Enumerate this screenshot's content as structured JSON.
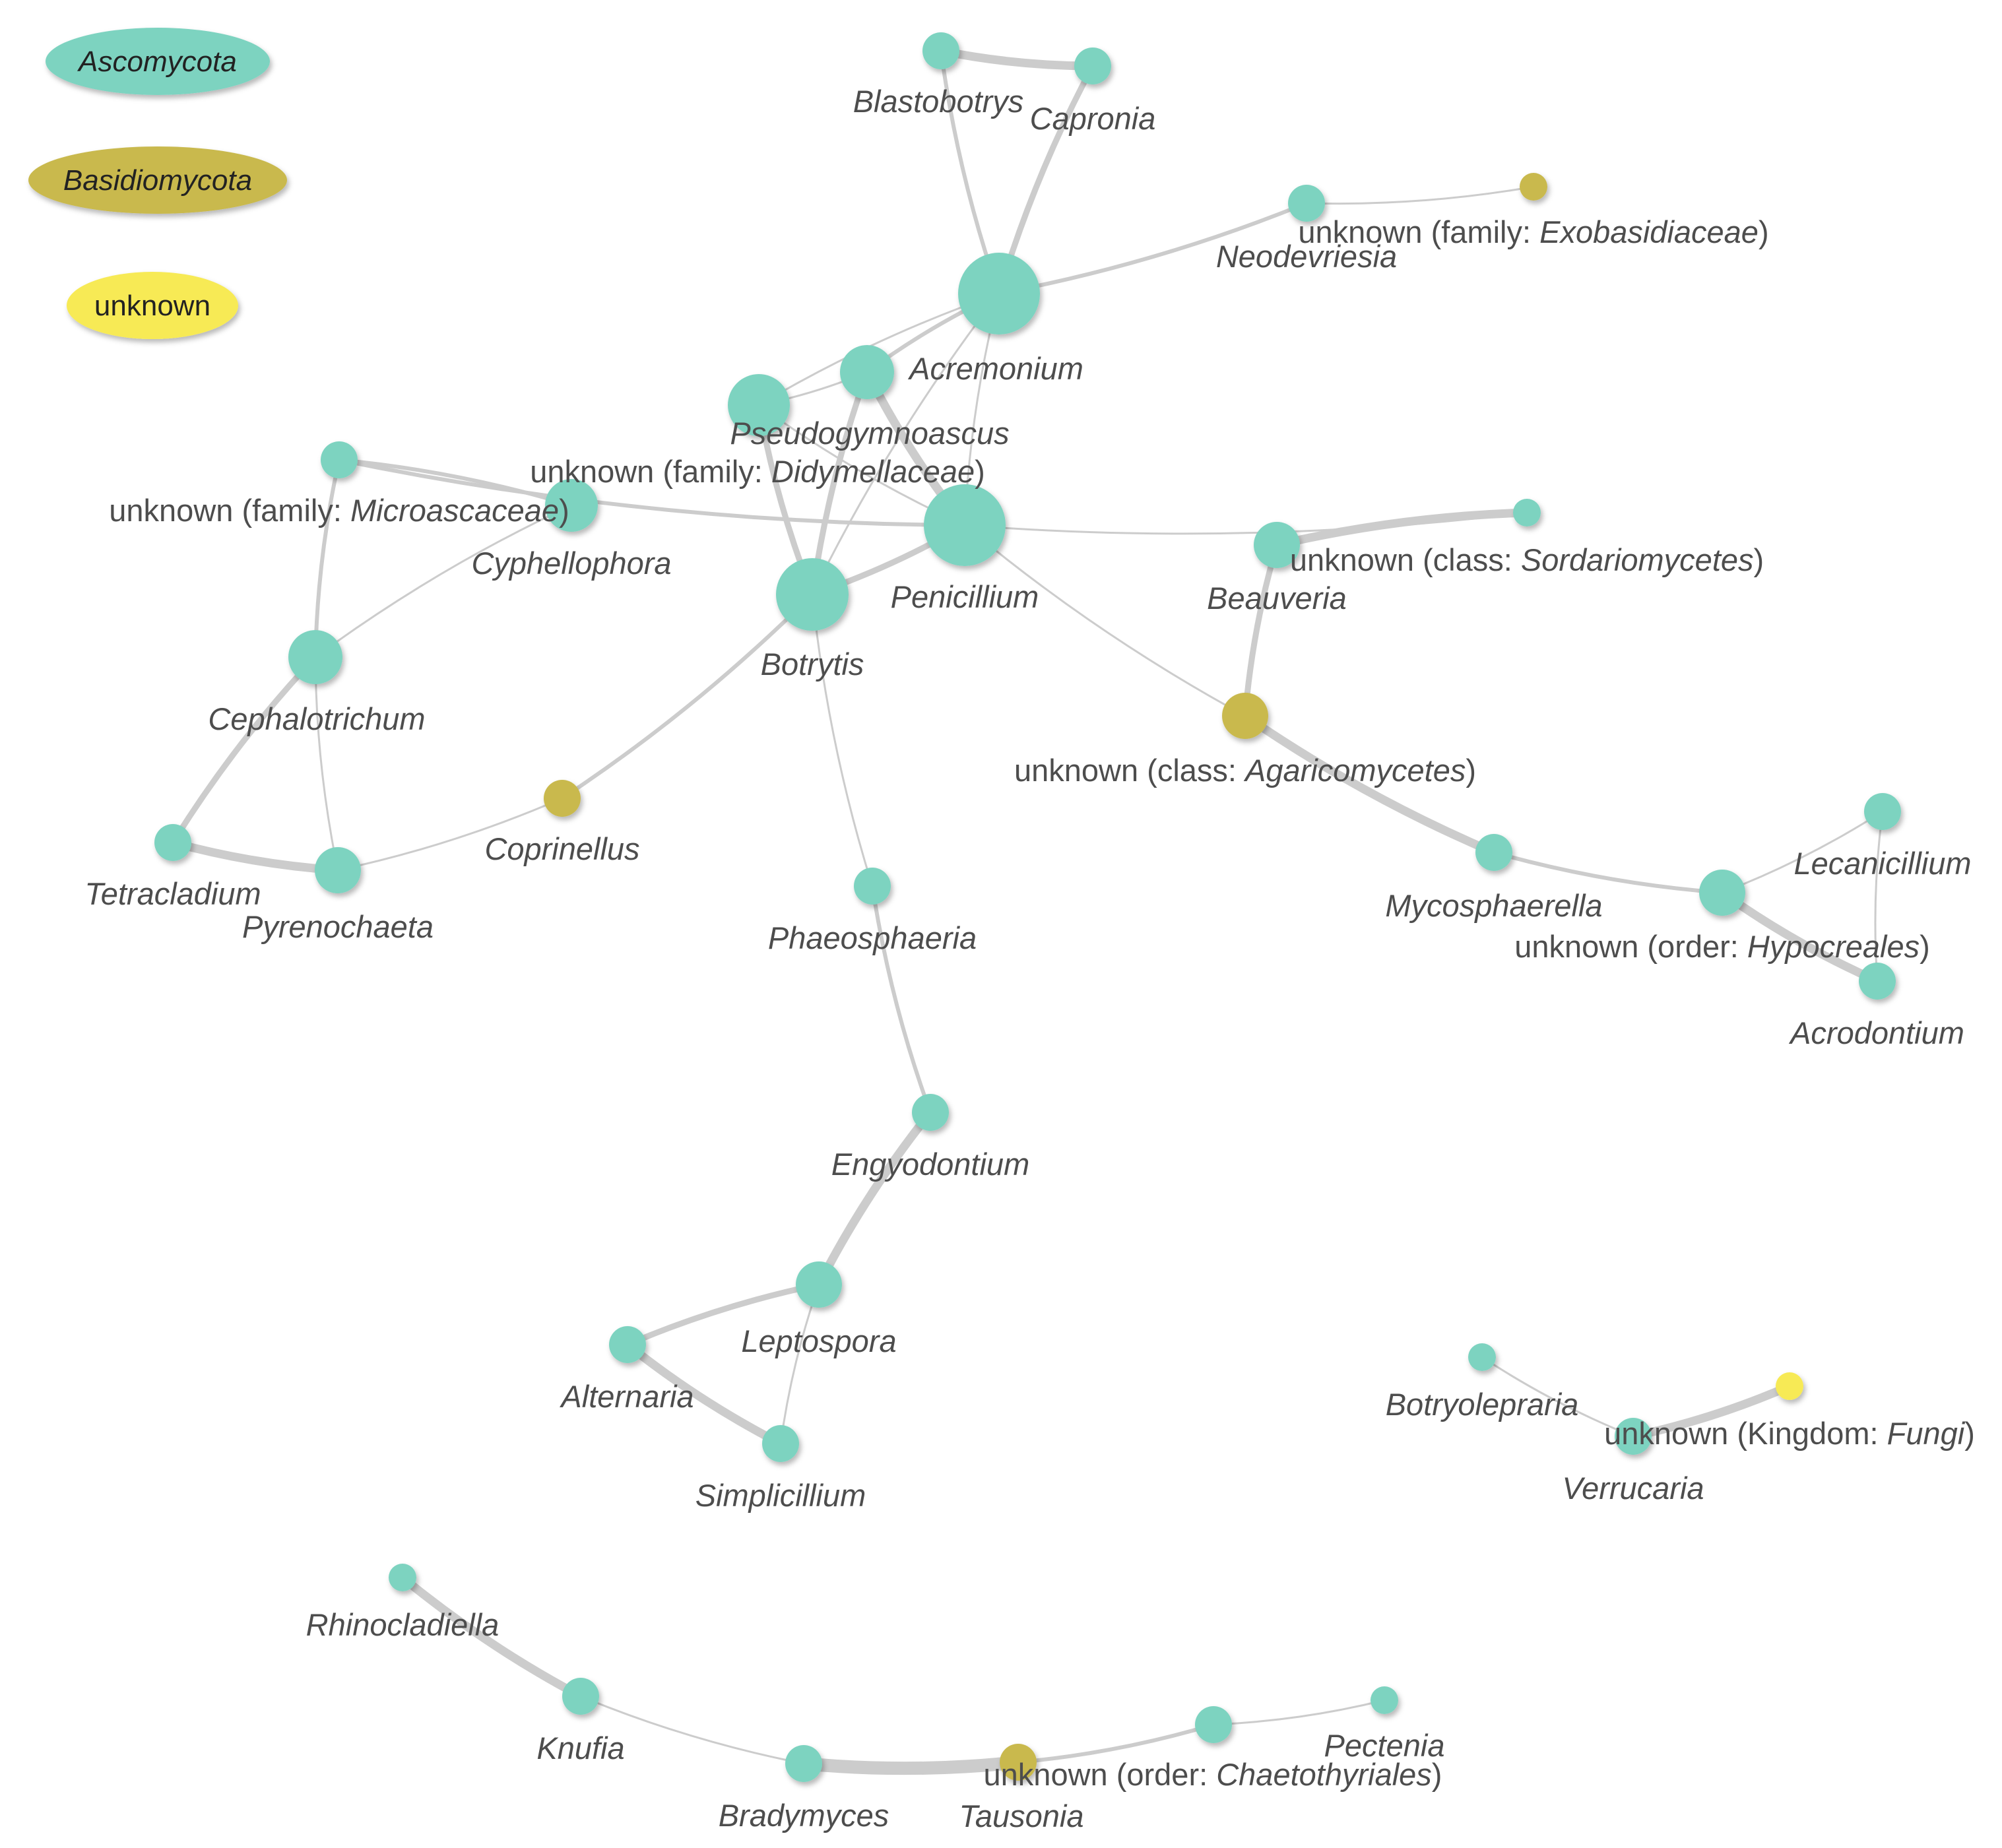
{
  "legend": [
    {
      "label": "Ascomycota",
      "italic": true,
      "color": "#7dd3c0"
    },
    {
      "label": "Basidiomycota",
      "italic": true,
      "color": "#c9b94e"
    },
    {
      "label": "unknown",
      "italic": false,
      "color": "#f7ea55"
    }
  ],
  "colors": {
    "ascomycota": "#7dd3c0",
    "basidiomycota": "#c9b94e",
    "unknown": "#f7ea55",
    "edge": "#cccccc",
    "label": "#4d4d4d"
  },
  "nodes": [
    {
      "id": "acremonium",
      "phylum": "ascomycota",
      "label": [
        {
          "t": "Acremonium",
          "i": true
        }
      ]
    },
    {
      "id": "blastobotrys",
      "phylum": "ascomycota",
      "label": [
        {
          "t": "Blastobotrys",
          "i": true
        }
      ]
    },
    {
      "id": "capronia",
      "phylum": "ascomycota",
      "label": [
        {
          "t": "Capronia",
          "i": true
        }
      ]
    },
    {
      "id": "neodevriesia",
      "phylum": "ascomycota",
      "label": [
        {
          "t": "Neodevriesia",
          "i": true
        }
      ]
    },
    {
      "id": "exobasidiaceae",
      "phylum": "basidiomycota",
      "label": [
        {
          "t": "unknown (family: ",
          "i": false
        },
        {
          "t": "Exobasidiaceae",
          "i": true
        },
        {
          "t": ")",
          "i": false
        }
      ]
    },
    {
      "id": "pseudogymnoascus",
      "phylum": "ascomycota",
      "label": [
        {
          "t": "Pseudogymnoascus",
          "i": true
        }
      ]
    },
    {
      "id": "didymellaceae",
      "phylum": "ascomycota",
      "label": [
        {
          "t": "unknown (family: ",
          "i": false
        },
        {
          "t": "Didymellaceae",
          "i": true
        },
        {
          "t": ")",
          "i": false
        }
      ]
    },
    {
      "id": "penicillium",
      "phylum": "ascomycota",
      "label": [
        {
          "t": "Penicillium",
          "i": true
        }
      ]
    },
    {
      "id": "botrytis",
      "phylum": "ascomycota",
      "label": [
        {
          "t": "Botrytis",
          "i": true
        }
      ]
    },
    {
      "id": "microascaceae",
      "phylum": "ascomycota",
      "label": [
        {
          "t": "unknown (family: ",
          "i": false
        },
        {
          "t": "Microascaceae",
          "i": true
        },
        {
          "t": ")",
          "i": false
        }
      ]
    },
    {
      "id": "cyphellophora",
      "phylum": "ascomycota",
      "label": [
        {
          "t": "Cyphellophora",
          "i": true
        }
      ]
    },
    {
      "id": "cephalotrichum",
      "phylum": "ascomycota",
      "label": [
        {
          "t": "Cephalotrichum",
          "i": true
        }
      ]
    },
    {
      "id": "tetracladium",
      "phylum": "ascomycota",
      "label": [
        {
          "t": "Tetracladium",
          "i": true
        }
      ]
    },
    {
      "id": "pyrenochaeta",
      "phylum": "ascomycota",
      "label": [
        {
          "t": "Pyrenochaeta",
          "i": true
        }
      ]
    },
    {
      "id": "coprinellus",
      "phylum": "basidiomycota",
      "label": [
        {
          "t": "Coprinellus",
          "i": true
        }
      ]
    },
    {
      "id": "beauveria",
      "phylum": "ascomycota",
      "label": [
        {
          "t": "Beauveria",
          "i": true
        }
      ]
    },
    {
      "id": "sordariomycetes",
      "phylum": "ascomycota",
      "label": [
        {
          "t": "unknown (class: ",
          "i": false
        },
        {
          "t": "Sordariomycetes",
          "i": true
        },
        {
          "t": ")",
          "i": false
        }
      ]
    },
    {
      "id": "agaricomycetes",
      "phylum": "basidiomycota",
      "label": [
        {
          "t": "unknown (class: ",
          "i": false
        },
        {
          "t": "Agaricomycetes",
          "i": true
        },
        {
          "t": ")",
          "i": false
        }
      ]
    },
    {
      "id": "mycosphaerella",
      "phylum": "ascomycota",
      "label": [
        {
          "t": "Mycosphaerella",
          "i": true
        }
      ]
    },
    {
      "id": "hypocreales",
      "phylum": "ascomycota",
      "label": [
        {
          "t": "unknown (order: ",
          "i": false
        },
        {
          "t": "Hypocreales",
          "i": true
        },
        {
          "t": ")",
          "i": false
        }
      ]
    },
    {
      "id": "lecanicillium",
      "phylum": "ascomycota",
      "label": [
        {
          "t": "Lecanicillium",
          "i": true
        }
      ]
    },
    {
      "id": "acrodontium",
      "phylum": "ascomycota",
      "label": [
        {
          "t": "Acrodontium",
          "i": true
        }
      ]
    },
    {
      "id": "phaeosphaeria",
      "phylum": "ascomycota",
      "label": [
        {
          "t": "Phaeosphaeria",
          "i": true
        }
      ]
    },
    {
      "id": "engyodontium",
      "phylum": "ascomycota",
      "label": [
        {
          "t": "Engyodontium",
          "i": true
        }
      ]
    },
    {
      "id": "leptospora",
      "phylum": "ascomycota",
      "label": [
        {
          "t": "Leptospora",
          "i": true
        }
      ]
    },
    {
      "id": "alternaria",
      "phylum": "ascomycota",
      "label": [
        {
          "t": "Alternaria",
          "i": true
        }
      ]
    },
    {
      "id": "simplicillium",
      "phylum": "ascomycota",
      "label": [
        {
          "t": "Simplicillium",
          "i": true
        }
      ]
    },
    {
      "id": "botryolepraria",
      "phylum": "ascomycota",
      "label": [
        {
          "t": "Botryolepraria",
          "i": true
        }
      ]
    },
    {
      "id": "verrucaria",
      "phylum": "ascomycota",
      "label": [
        {
          "t": "Verrucaria",
          "i": true
        }
      ]
    },
    {
      "id": "fungi",
      "phylum": "unknown",
      "label": [
        {
          "t": "unknown (Kingdom: ",
          "i": false
        },
        {
          "t": "Fungi",
          "i": true
        },
        {
          "t": ")",
          "i": false
        }
      ]
    },
    {
      "id": "rhinocladiella",
      "phylum": "ascomycota",
      "label": [
        {
          "t": "Rhinocladiella",
          "i": true
        }
      ]
    },
    {
      "id": "knufia",
      "phylum": "ascomycota",
      "label": [
        {
          "t": "Knufia",
          "i": true
        }
      ]
    },
    {
      "id": "bradymyces",
      "phylum": "ascomycota",
      "label": [
        {
          "t": "Bradymyces",
          "i": true
        }
      ]
    },
    {
      "id": "tausonia",
      "phylum": "basidiomycota",
      "label": [
        {
          "t": "Tausonia",
          "i": true
        }
      ]
    },
    {
      "id": "chaetothyriales",
      "phylum": "ascomycota",
      "label": [
        {
          "t": "unknown (order: ",
          "i": false
        },
        {
          "t": "Chaetothyriales",
          "i": true
        },
        {
          "t": ")",
          "i": false
        }
      ]
    },
    {
      "id": "pectenia",
      "phylum": "ascomycota",
      "label": [
        {
          "t": "Pectenia",
          "i": true
        }
      ]
    }
  ],
  "edges": [
    {
      "source": "blastobotrys",
      "target": "capronia",
      "weight": 4
    },
    {
      "source": "blastobotrys",
      "target": "acremonium",
      "weight": 2
    },
    {
      "source": "capronia",
      "target": "acremonium",
      "weight": 3
    },
    {
      "source": "acremonium",
      "target": "neodevriesia",
      "weight": 2
    },
    {
      "source": "neodevriesia",
      "target": "exobasidiaceae",
      "weight": 1
    },
    {
      "source": "acremonium",
      "target": "didymellaceae",
      "weight": 2
    },
    {
      "source": "acremonium",
      "target": "pseudogymnoascus",
      "weight": 1
    },
    {
      "source": "acremonium",
      "target": "botrytis",
      "weight": 1
    },
    {
      "source": "acremonium",
      "target": "penicillium",
      "weight": 1
    },
    {
      "source": "pseudogymnoascus",
      "target": "didymellaceae",
      "weight": 1
    },
    {
      "source": "pseudogymnoascus",
      "target": "botrytis",
      "weight": 3
    },
    {
      "source": "pseudogymnoascus",
      "target": "penicillium",
      "weight": 1
    },
    {
      "source": "didymellaceae",
      "target": "botrytis",
      "weight": 3
    },
    {
      "source": "didymellaceae",
      "target": "penicillium",
      "weight": 4
    },
    {
      "source": "botrytis",
      "target": "penicillium",
      "weight": 3
    },
    {
      "source": "microascaceae",
      "target": "cyphellophora",
      "weight": 2
    },
    {
      "source": "microascaceae",
      "target": "cephalotrichum",
      "weight": 1
    },
    {
      "source": "cyphellophora",
      "target": "penicillium",
      "weight": 2
    },
    {
      "source": "cyphellophora",
      "target": "cephalotrichum",
      "weight": 2
    },
    {
      "source": "cephalotrichum",
      "target": "tetracladium",
      "weight": 3
    },
    {
      "source": "cephalotrichum",
      "target": "pyrenochaeta",
      "weight": 1
    },
    {
      "source": "tetracladium",
      "target": "pyrenochaeta",
      "weight": 4
    },
    {
      "source": "pyrenochaeta",
      "target": "coprinellus",
      "weight": 1
    },
    {
      "source": "coprinellus",
      "target": "botrytis",
      "weight": 2
    },
    {
      "source": "penicillium",
      "target": "sordariomycetes",
      "weight": 1
    },
    {
      "source": "penicillium",
      "target": "agaricomycetes",
      "weight": 1
    },
    {
      "source": "sordariomycetes",
      "target": "beauveria",
      "weight": 4
    },
    {
      "source": "beauveria",
      "target": "agaricomycetes",
      "weight": 3
    },
    {
      "source": "agaricomycetes",
      "target": "mycosphaerella",
      "weight": 4
    },
    {
      "source": "mycosphaerella",
      "target": "hypocreales",
      "weight": 2
    },
    {
      "source": "hypocreales",
      "target": "lecanicillium",
      "weight": 1
    },
    {
      "source": "hypocreales",
      "target": "acrodontium",
      "weight": 4
    },
    {
      "source": "lecanicillium",
      "target": "acrodontium",
      "weight": 1
    },
    {
      "source": "botrytis",
      "target": "phaeosphaeria",
      "weight": 1
    },
    {
      "source": "phaeosphaeria",
      "target": "engyodontium",
      "weight": 2
    },
    {
      "source": "engyodontium",
      "target": "leptospora",
      "weight": 4
    },
    {
      "source": "leptospora",
      "target": "alternaria",
      "weight": 3
    },
    {
      "source": "leptospora",
      "target": "simplicillium",
      "weight": 1
    },
    {
      "source": "alternaria",
      "target": "simplicillium",
      "weight": 4
    },
    {
      "source": "botryolepraria",
      "target": "verrucaria",
      "weight": 1
    },
    {
      "source": "verrucaria",
      "target": "fungi",
      "weight": 4
    },
    {
      "source": "rhinocladiella",
      "target": "knufia",
      "weight": 4
    },
    {
      "source": "knufia",
      "target": "bradymyces",
      "weight": 1
    },
    {
      "source": "bradymyces",
      "target": "tausonia",
      "weight": 6
    },
    {
      "source": "tausonia",
      "target": "chaetothyriales",
      "weight": 2
    },
    {
      "source": "chaetothyriales",
      "target": "pectenia",
      "weight": 1
    }
  ]
}
